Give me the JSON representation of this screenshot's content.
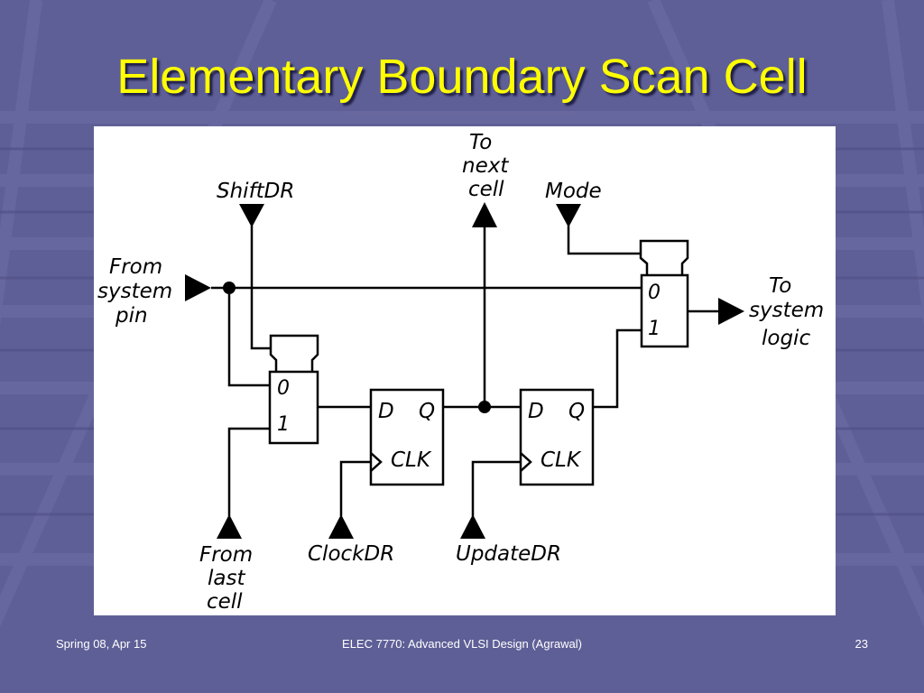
{
  "slide": {
    "title": "Elementary Boundary Scan Cell"
  },
  "diagram": {
    "inputs": {
      "shift_dr": "ShiftDR",
      "mode": "Mode",
      "clock_dr": "ClockDR",
      "update_dr": "UpdateDR",
      "from_system_pin": [
        "From",
        "system",
        "pin"
      ],
      "from_last_cell": [
        "From",
        "last",
        "cell"
      ]
    },
    "outputs": {
      "to_next_cell": [
        "To",
        "next",
        "cell"
      ],
      "to_system_logic": [
        "To",
        "system",
        "logic"
      ]
    },
    "mux_inputs": [
      "0",
      "1"
    ],
    "flipflop_pins": {
      "d": "D",
      "q": "Q",
      "clk": "CLK"
    }
  },
  "footer": {
    "left": "Spring 08, Apr 15",
    "center": "ELEC 7770: Advanced VLSI Design (Agrawal)",
    "page": "23"
  },
  "colors": {
    "background": "#5f5f97",
    "title": "#ffff00",
    "panel": "#ffffff"
  }
}
